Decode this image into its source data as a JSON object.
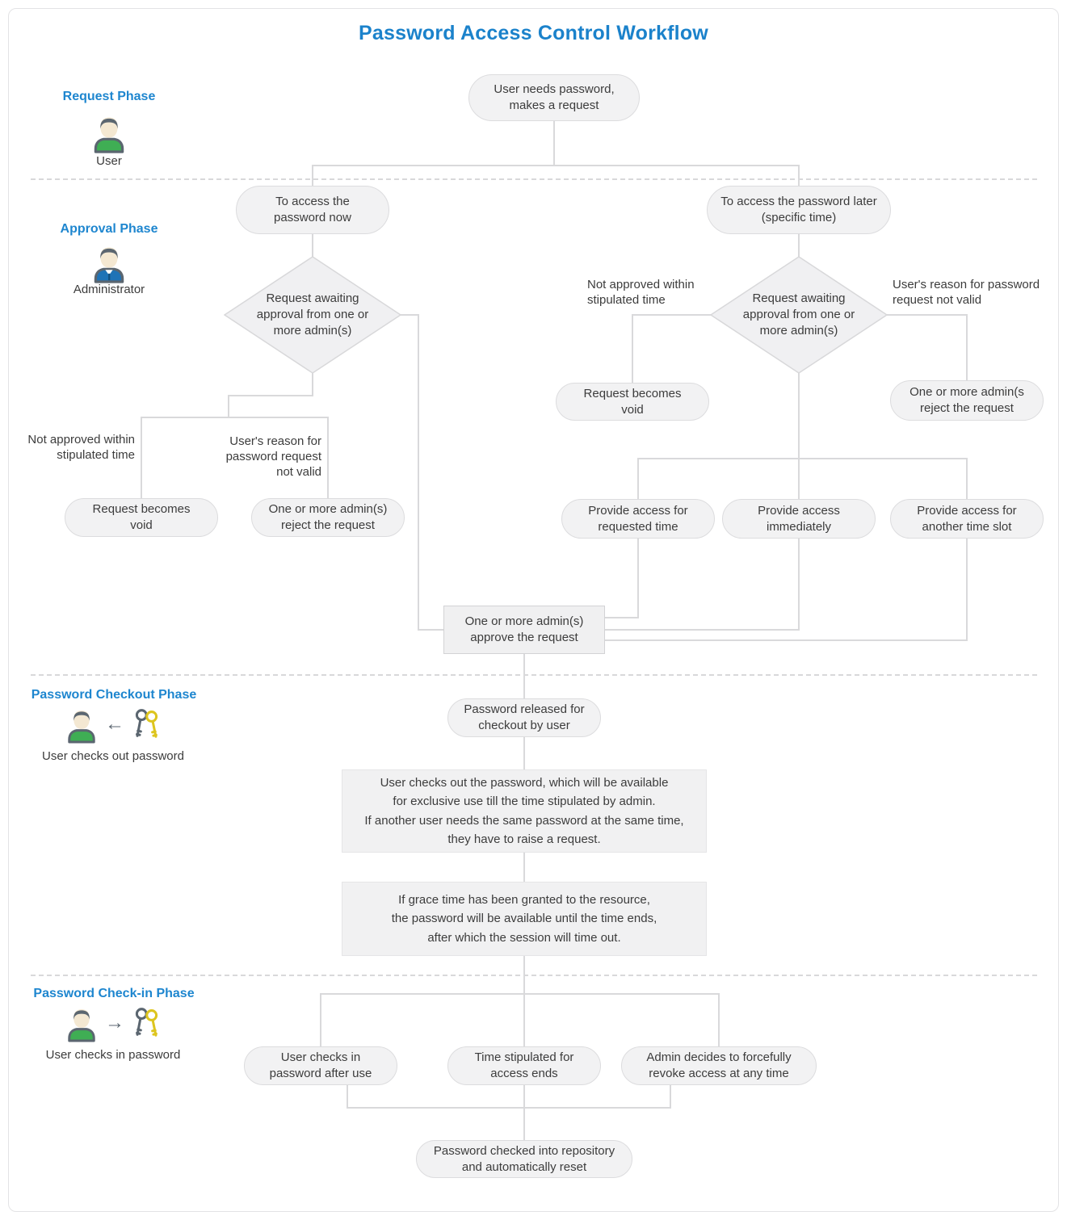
{
  "title": "Password Access Control Workflow",
  "icons": {
    "arrow_left": "←",
    "arrow_right": "→"
  },
  "phases": {
    "request": {
      "label": "Request Phase",
      "caption": "User"
    },
    "approval": {
      "label": "Approval Phase",
      "caption": "Administrator"
    },
    "checkout": {
      "label": "Password Checkout Phase",
      "caption": "User checks out password"
    },
    "checkin": {
      "label": "Password Check-in Phase",
      "caption": "User checks in password"
    }
  },
  "nodes": {
    "start": "User needs password,\nmakes a request",
    "access_now": "To access the\npassword now",
    "access_later": "To access the password later\n(specific time)",
    "awaiting_now": "Request awaiting\napproval from one or\nmore admin(s)",
    "awaiting_later": "Request awaiting\napproval from one or\nmore admin(s)",
    "void_now": "Request becomes\nvoid",
    "reject_now": "One or more admin(s)\nreject the request",
    "void_later": "Request becomes\nvoid",
    "reject_later": "One or more admin(s\nreject the request",
    "provide_requested": "Provide access for\nrequested time",
    "provide_immediate": "Provide access\nimmediately",
    "provide_another": "Provide access for\nanother time slot",
    "approve": "One or more admin(s)\napprove the request",
    "released": "Password released for\ncheckout by user",
    "checkout_note": "User checks out the password, which will be available\nfor exclusive use till the time stipulated by admin.\nIf another user needs the same password at the same time,\nthey have to raise a request.",
    "grace_note": "If grace time has been granted to the resource,\nthe password will be available until the time ends,\nafter which the session will time out.",
    "checkin_user": "User checks in\npassword after use",
    "time_ends": "Time stipulated for\naccess ends",
    "admin_revoke": "Admin decides to forcefully\nrevoke access at any time",
    "checked_in": "Password checked into repository\nand automatically reset"
  },
  "edge_labels": {
    "now_not_approved": "Not approved within\nstipulated time",
    "now_reason_invalid": "User's reason for\npassword request\nnot valid",
    "later_not_approved": "Not approved within\nstipulated time",
    "later_reason_invalid": "User's reason for password\nrequest not valid"
  },
  "colors": {
    "accent_blue": "#1b82cb",
    "node_fill": "#f2f2f3",
    "node_border": "#dcdcde",
    "connector": "#d9d9db",
    "text": "#3c3c3c"
  }
}
